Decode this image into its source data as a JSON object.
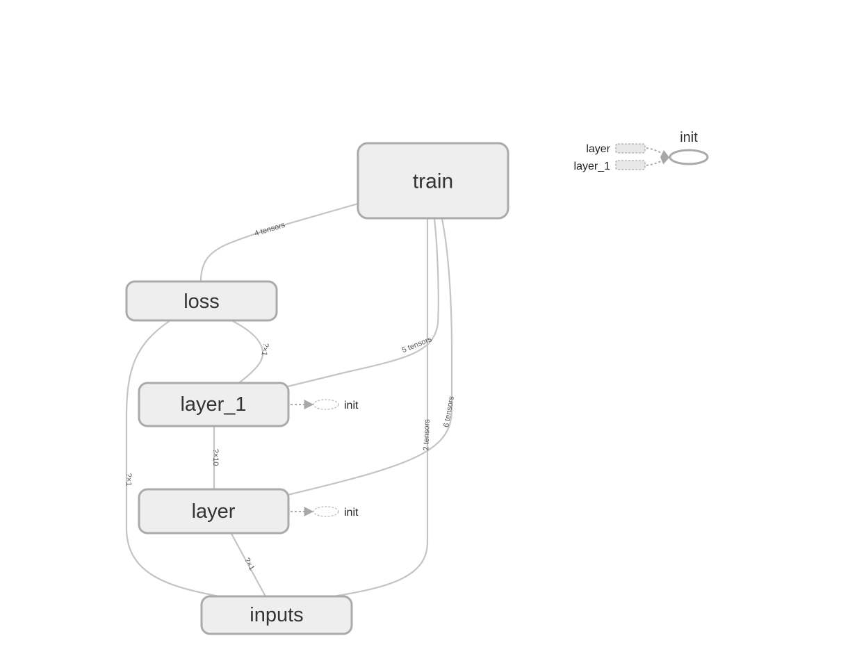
{
  "nodes": {
    "train": "train",
    "loss": "loss",
    "layer_1": "layer_1",
    "layer": "layer",
    "inputs": "inputs"
  },
  "edge_labels": {
    "train_loss": "4 tensors",
    "train_layer_1": "5 tensors",
    "train_layer": "6 tensors",
    "train_inputs": "2 tensors",
    "loss_layer_1": "?×1",
    "loss_inputs": "?×1",
    "layer_1_layer": "?×10",
    "layer_inputs": "?×1"
  },
  "aux": {
    "layer_1_init": "init",
    "layer_init": "init"
  },
  "init_group": {
    "title": "init",
    "inputs": [
      "layer",
      "layer_1"
    ]
  },
  "colors": {
    "node_fill": "#eeeeee",
    "node_stroke": "#aaaaaa",
    "edge": "#c4c4c4"
  }
}
